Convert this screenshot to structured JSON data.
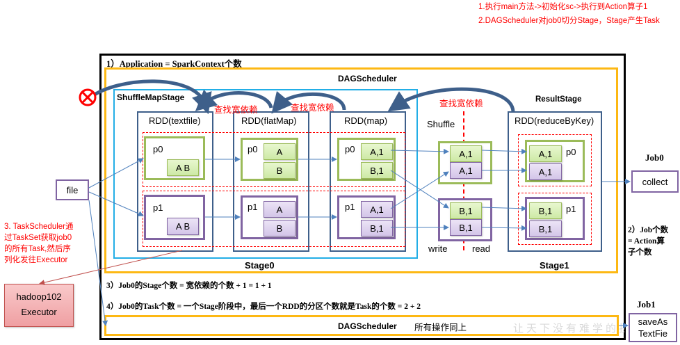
{
  "notes": {
    "top": [
      "1.执行main方法->初始化sc->执行到Action算子1",
      "2.DAGScheduler对job0切分Stage，Stage产生Task"
    ],
    "left": [
      "3. TaskScheduler通",
      "过TaskSet获取job0",
      "的所有Task,然后序",
      "列化发往Executor"
    ]
  },
  "application_label": "1）Application = SparkContext个数",
  "dag_scheduler_label": "DAGScheduler",
  "shuffle_map_stage_label": "ShuffleMapStage",
  "result_stage_label": "ResultStage",
  "wide_dep_label": "查找宽依赖",
  "input": {
    "label": "file"
  },
  "stage0": {
    "label": "Stage0",
    "rdds": [
      {
        "name": "RDD(textfile)",
        "p0": {
          "label": "p0",
          "cells": [
            "A B"
          ]
        },
        "p1": {
          "label": "p1",
          "cells": [
            "A B"
          ]
        }
      },
      {
        "name": "RDD(flatMap)",
        "p0": {
          "label": "p0",
          "cells": [
            "A",
            "B"
          ]
        },
        "p1": {
          "label": "p1",
          "cells": [
            "A",
            "B"
          ]
        }
      },
      {
        "name": "RDD(map)",
        "p0": {
          "label": "p0",
          "cells": [
            "A,1",
            "B,1"
          ]
        },
        "p1": {
          "label": "p1",
          "cells": [
            "A,1",
            "B,1"
          ]
        }
      }
    ]
  },
  "shuffle": {
    "label": "Shuffle",
    "write_label": "write",
    "read_label": "read",
    "group0": [
      "A,1",
      "A,1"
    ],
    "group1": [
      "B,1",
      "B,1"
    ]
  },
  "stage1": {
    "label": "Stage1",
    "rdd": {
      "name": "RDD(reduceByKey)",
      "p0": {
        "label": "p0",
        "cells": [
          "A,1",
          "A,1"
        ]
      },
      "p1": {
        "label": "p1",
        "cells": [
          "B,1",
          "B,1"
        ]
      }
    }
  },
  "job0": {
    "title": "Job0",
    "action": "collect"
  },
  "job1": {
    "title": "Job1",
    "action_line1": "saveAs",
    "action_line2": "TextFie"
  },
  "job_count_note": [
    "2）Job个数",
    "= Action算",
    "子个数"
  ],
  "stage_count_note": "3）Job0的Stage个数 = 宽依赖的个数 + 1 = 1 + 1",
  "task_count_note": "4）Job0的Task个数 = 一个Stage阶段中，最后一个RDD的分区个数就是Task的个数 = 2 + 2",
  "second_dag": {
    "label": "DAGScheduler",
    "desc": "所有操作同上"
  },
  "executor": {
    "host": "hadoop102",
    "label": "Executor"
  },
  "watermark": "让天下没有难学的技术",
  "colors": {
    "note_red": "#ff0000",
    "dag_gold": "#fdb813",
    "stage_cyan": "#22aee6",
    "rdd_blue": "#3e5f8a",
    "partition_green": "#9bbb59",
    "partition_purple": "#8064a2",
    "arrow_blue": "#4f81bd",
    "executor_pink": "#f4a6a8"
  }
}
